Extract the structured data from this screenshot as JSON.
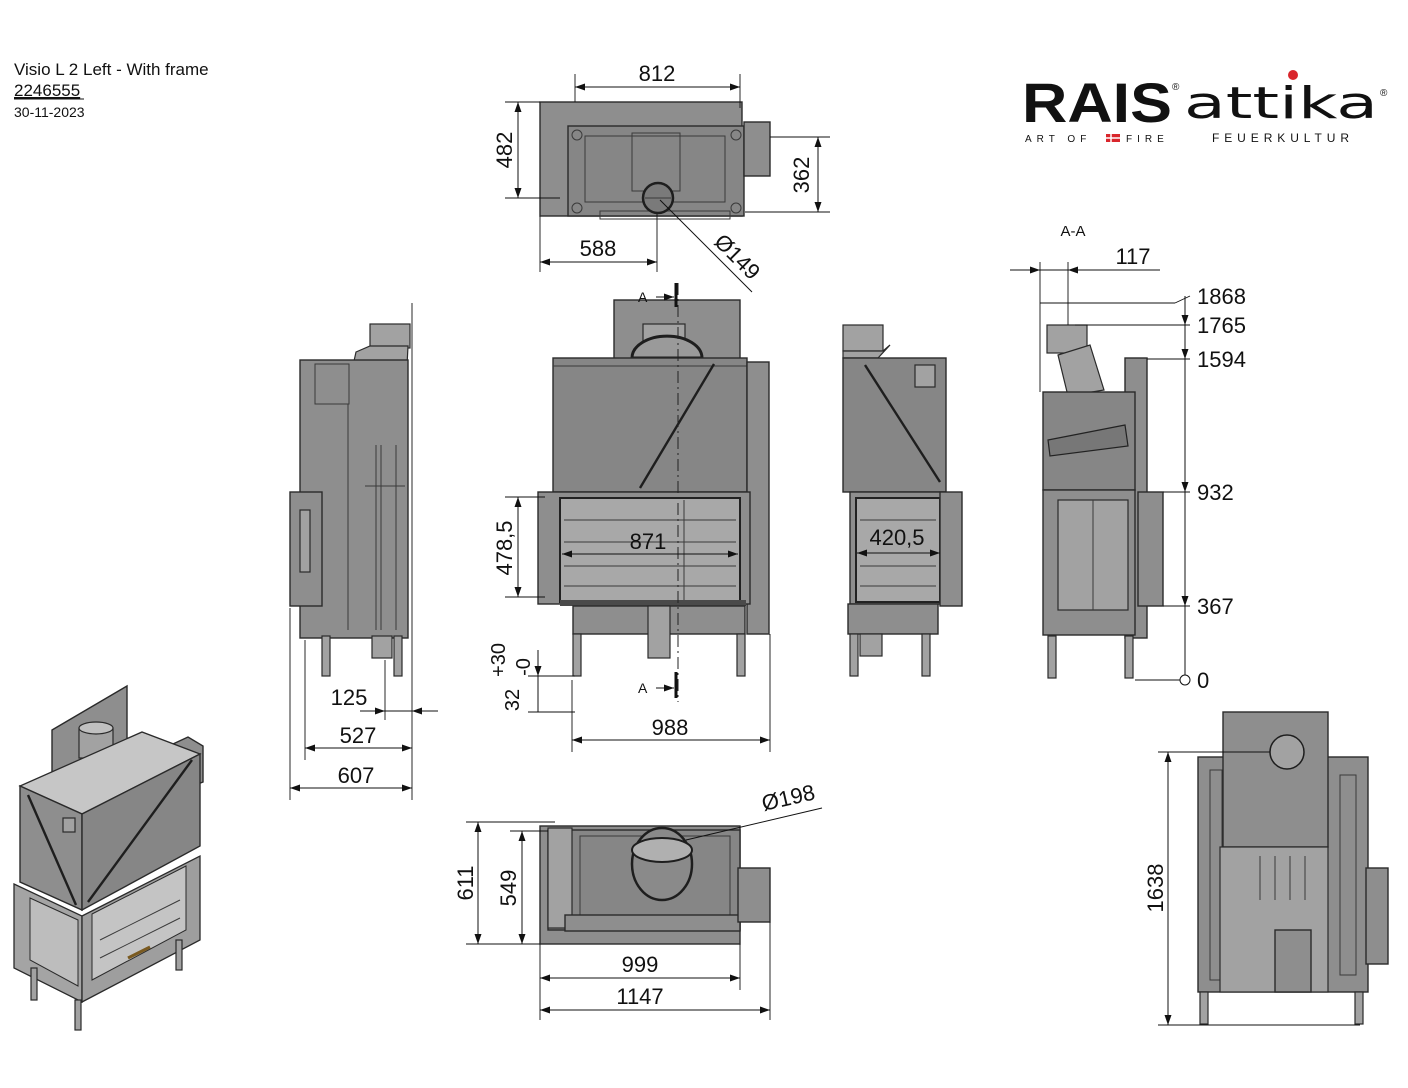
{
  "header": {
    "title": "Visio L 2 Left - With frame",
    "item_number": "2246555",
    "date": "30-11-2023"
  },
  "logo": {
    "brand": "RAIS",
    "registered_1": "®",
    "product_line": "attika",
    "registered_2": "®",
    "tagline_1": "ART OF",
    "tagline_2": "FIRE",
    "tagline_3": "FEUERKULTUR"
  },
  "colors": {
    "body": "#8e8e8e",
    "outline": "#2a2a2a",
    "glass": "#a8a8a8",
    "logo_red": "#d9262c"
  },
  "top_view": {
    "width": "812",
    "depth": "482",
    "side_depth": "362",
    "flue_offset": "588",
    "flue_diameter": "Ø149"
  },
  "front_view": {
    "section_mark_top": "A",
    "section_mark_bottom": "A",
    "glass_height": "478,5",
    "glass_width": "871",
    "leg_adjust_plus": "+30",
    "leg_adjust_minus": "-0",
    "leg_height": "32",
    "overall_width": "988"
  },
  "left_view": {
    "leg_offset": "125",
    "body_depth": "527",
    "overall_depth": "607"
  },
  "right_view": {
    "glass_width": "420,5"
  },
  "section_view": {
    "title": "A-A",
    "offset": "117",
    "levels": [
      "1868",
      "1765",
      "1594",
      "932",
      "367",
      "0"
    ]
  },
  "bottom_view": {
    "flue_diameter": "Ø198",
    "overall_depth": "611",
    "body_depth": "549",
    "body_width": "999",
    "overall_width": "1147"
  },
  "back_view": {
    "height": "1638"
  }
}
